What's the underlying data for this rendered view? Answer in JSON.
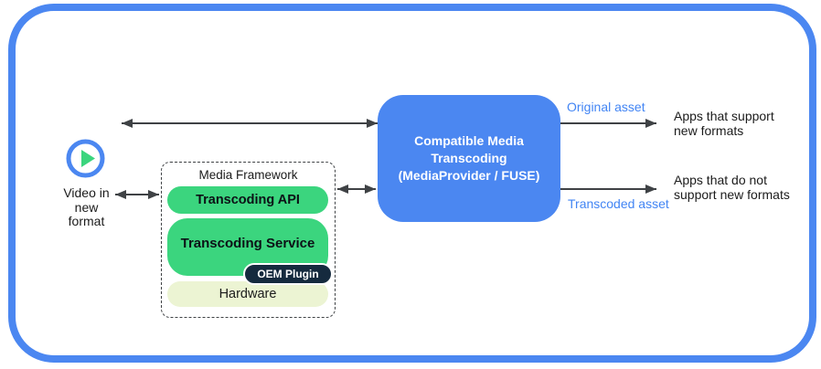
{
  "diagram": {
    "source": {
      "label": "Video in\nnew\nformat"
    },
    "media_framework": {
      "title": "Media Framework",
      "layers": {
        "api": {
          "label": "Transcoding API"
        },
        "service": {
          "label": "Transcoding Service",
          "plugin_label": "OEM Plugin"
        },
        "hardware": {
          "label": "Hardware"
        }
      }
    },
    "transcoder": {
      "label": "Compatible Media\nTranscoding\n(MediaProvider / FUSE)"
    },
    "outputs": {
      "original": {
        "asset_label": "Original asset",
        "target_label": "Apps that support\nnew formats"
      },
      "transcoded": {
        "asset_label": "Transcoded asset",
        "target_label": "Apps that do not\nsupport new formats"
      }
    },
    "colors": {
      "accent_blue": "#4b87f1",
      "asset_label_blue": "#4285f4",
      "layer_green": "#3bd57e",
      "hardware_green": "#ecf4d3",
      "plugin_navy": "#152a3e",
      "arrow_gray": "#3f4245"
    }
  }
}
